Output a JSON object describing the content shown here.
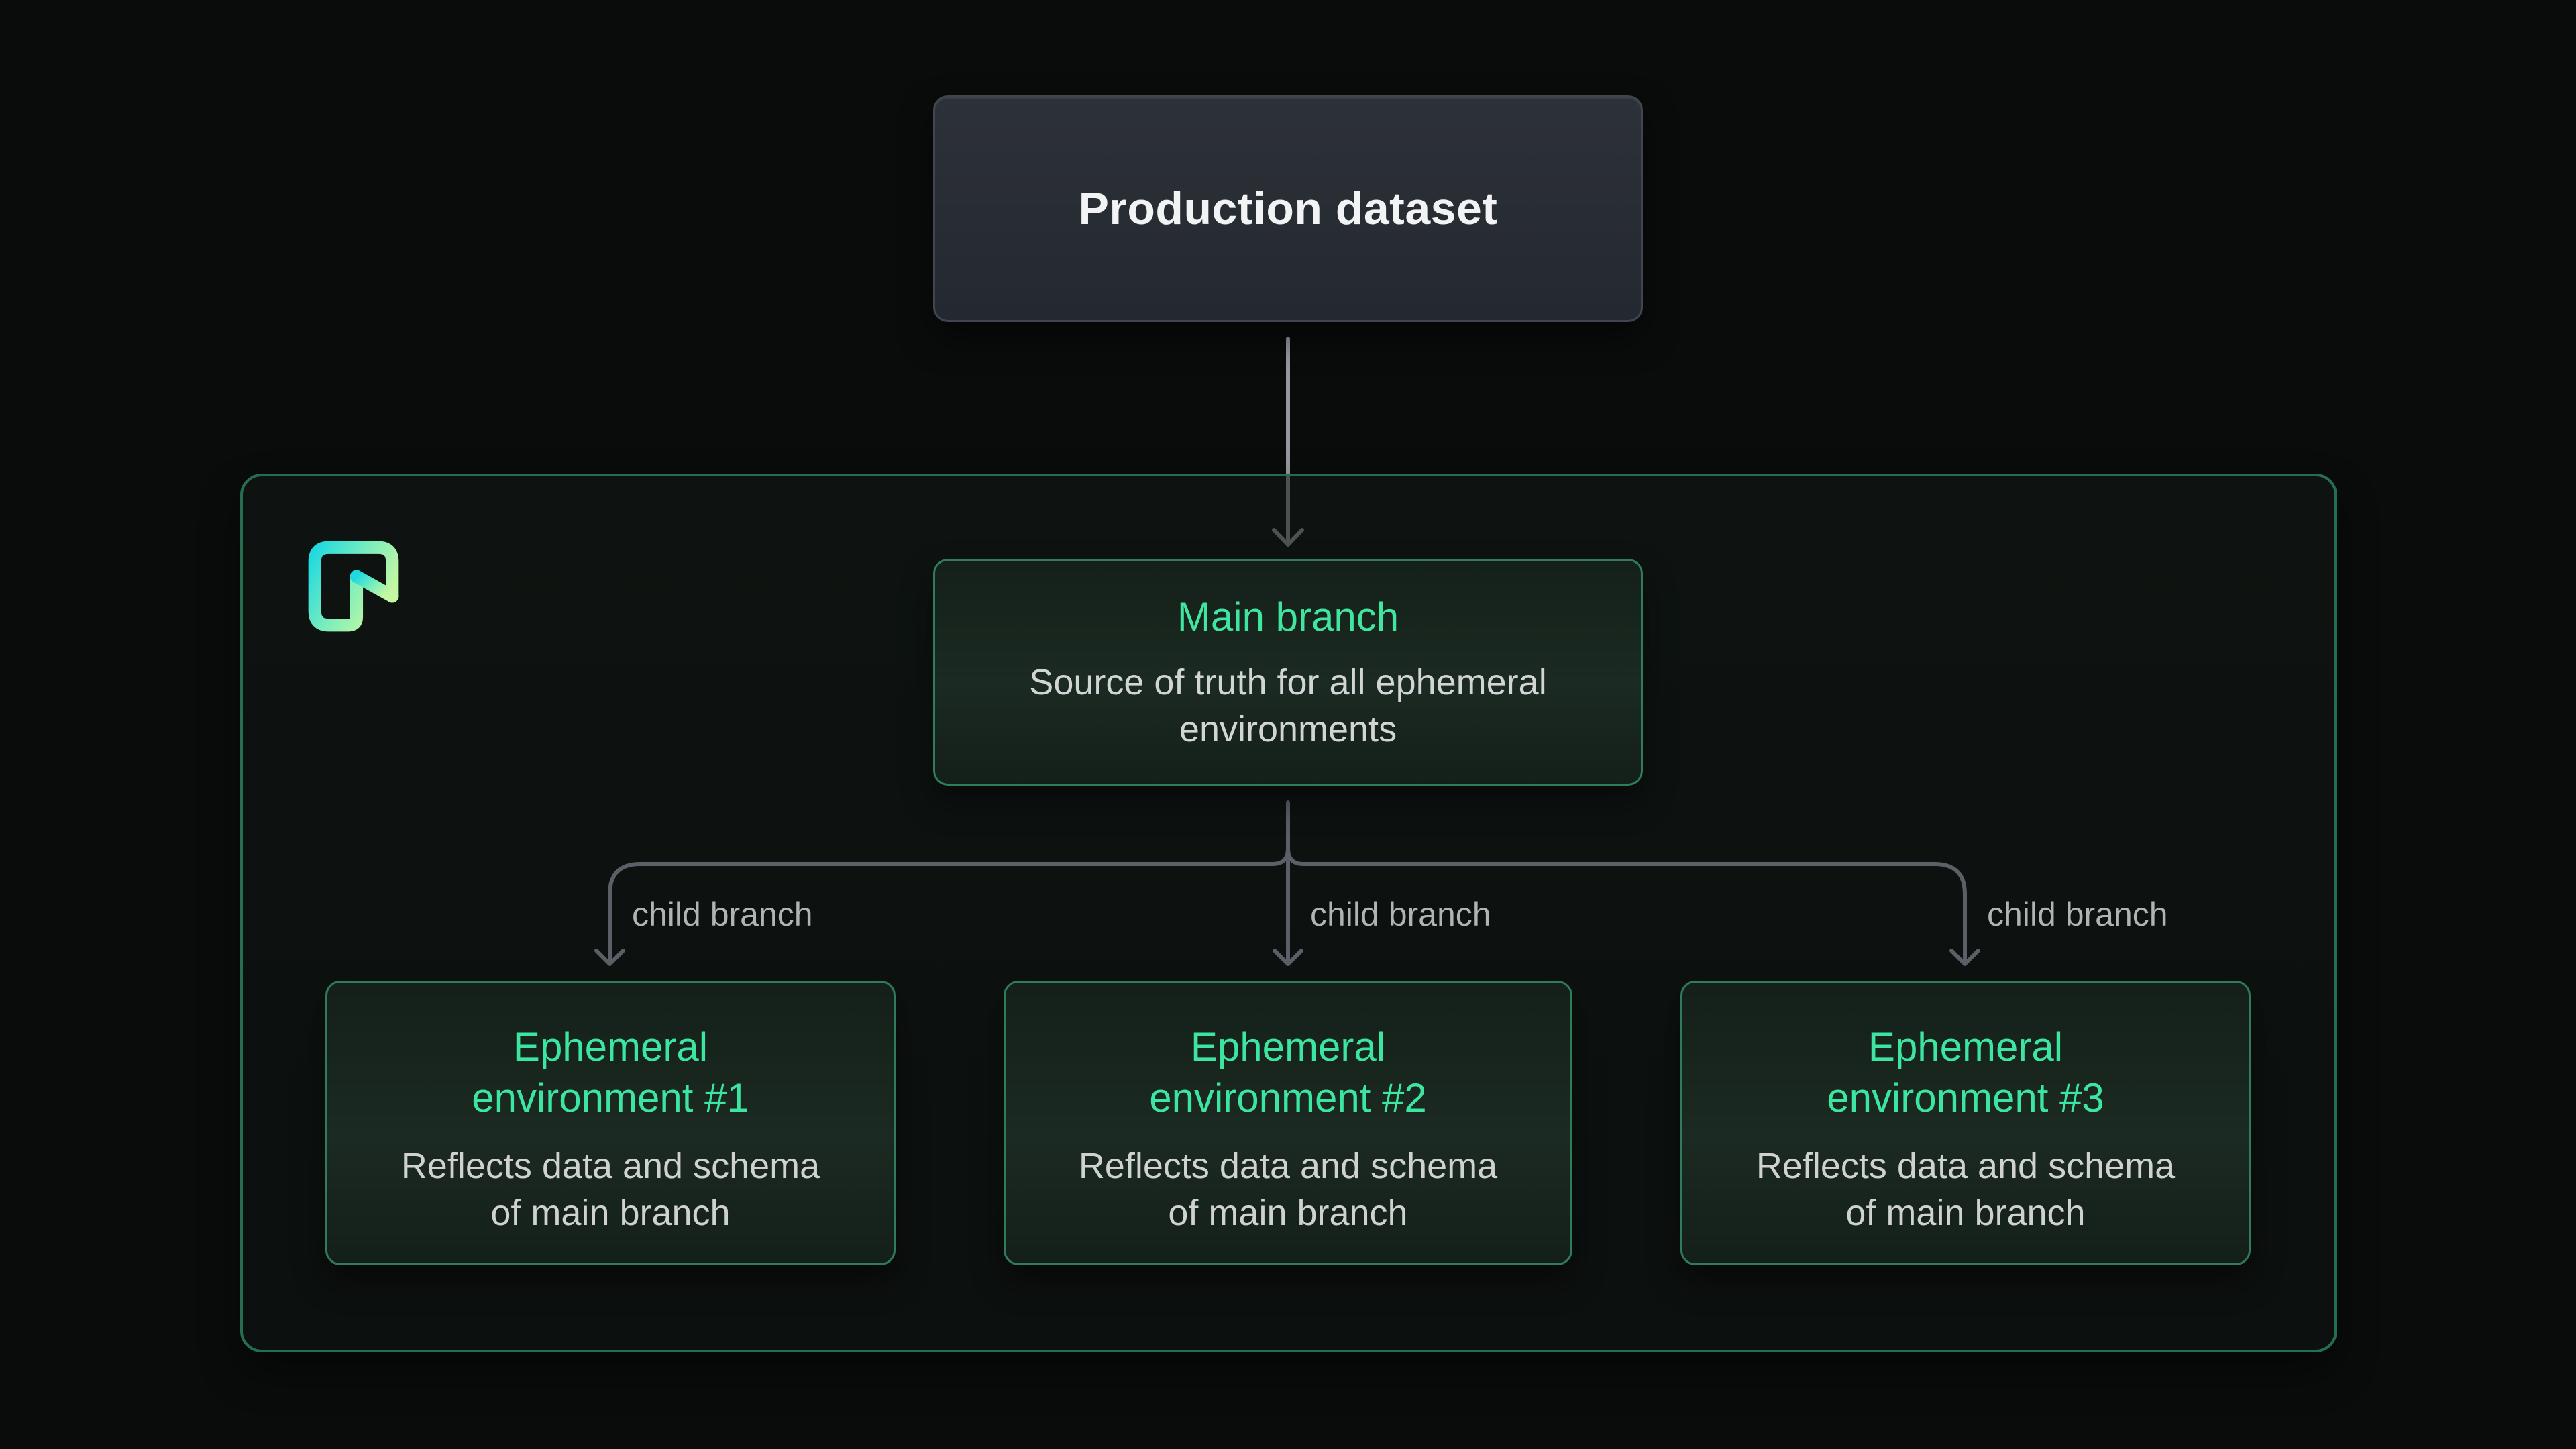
{
  "production": {
    "title": "Production dataset"
  },
  "main": {
    "title": "Main branch",
    "subtitle": "Source of truth for all ephemeral environments"
  },
  "connectors": {
    "labels": [
      "child branch",
      "child branch",
      "child branch"
    ]
  },
  "environments": [
    {
      "title": "Ephemeral environment #1",
      "subtitle": "Reflects data and schema of main branch"
    },
    {
      "title": "Ephemeral environment #2",
      "subtitle": "Reflects data and schema of main branch"
    },
    {
      "title": "Ephemeral environment #3",
      "subtitle": "Reflects data and schema of main branch"
    }
  ],
  "logo": {
    "name": "neon-logo"
  },
  "colors": {
    "page_background": "#0a0c0c",
    "accent_green_text": "#3ce6a0",
    "green_box_border": "#2e7c59",
    "container_border": "#256f51",
    "production_box_fill": "#2b2f36",
    "production_box_border": "#41454d",
    "connector_gray": "#5a6065",
    "top_arrow_gray": "#94999d",
    "title_white": "#f2f3f4",
    "subtitle_gray": "#d3d5d4",
    "label_gray": "#b0b4b3",
    "logo_gradient_start": "#1fd9e0",
    "logo_gradient_end": "#c4f7a1"
  }
}
